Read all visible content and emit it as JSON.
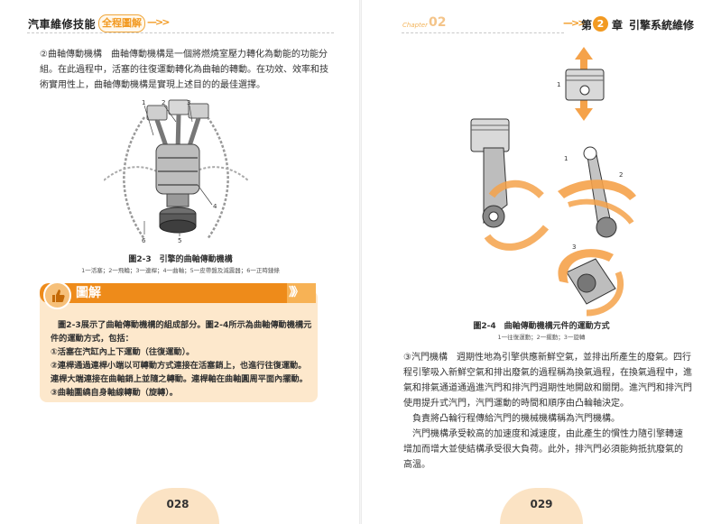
{
  "left_page": {
    "header": {
      "book_title": "汽車維修技能",
      "series_badge": "全程圖解",
      "arrows": "—>>"
    },
    "intro_text": [
      "②曲軸傳動機構　曲軸傳動機構是一個將燃燒室壓力轉化為動能的功能分",
      "組。在此過程中，活塞的往復運動轉化為曲軸的轉動。在功效、效率和技",
      "術實用性上，曲軸傳動機構是實現上述目的的最佳選擇。"
    ],
    "figure": {
      "callouts": [
        "1",
        "2",
        "3",
        "4",
        "5",
        "6"
      ],
      "caption": "圖2-3　引擎的曲軸傳動機構",
      "legend": "1一活塞；2一飛輪；3一連桿；4一曲軸；5一皮帶盤及減震器；6一正時鏈條"
    },
    "illustration_box": {
      "title": "圖解",
      "chevrons": "》》",
      "lines": [
        "圖2-3展示了曲軸傳動機構的組成部分。圖2-4所示為曲軸傳動機構元",
        "件的運動方式，包括：",
        "①活塞在汽缸內上下運動（往復運動）。",
        "②連桿通過連桿小端以可轉動方式連接在活塞銷上，也進行往復運動。",
        "連桿大端連接在曲軸銷上並隨之轉動。連桿軸在曲軸圓周平面內擺動。",
        "③曲軸圍繞自身軸線轉動（旋轉）。"
      ]
    },
    "page_number": "028"
  },
  "right_page": {
    "header": {
      "chapter_word": "Chapter",
      "chapter_num_faint": "02",
      "arrows": "—>>",
      "di": "第",
      "chapter_num": "2",
      "zhang": "章",
      "chapter_title": "引擎系統維修"
    },
    "figure": {
      "callouts": [
        "1",
        "1",
        "2",
        "3"
      ],
      "caption": "圖2-4　曲軸傳動機構元件的運動方式",
      "legend": "1一往復運動；2一擺動；3一旋轉"
    },
    "body_text": [
      "③汽門機構　週期性地為引擎供應新鮮空氣，並排出所產生的廢氣。四行",
      "程引擎吸入新鮮空氣和排出廢氣的過程稱為換氣過程，在換氣過程中，進",
      "氣和排氣通道通過進汽門和排汽門週期性地開啟和關閉。進汽門和排汽門",
      "使用提升式汽門，汽門運動的時間和順序由凸輪軸決定。",
      "　負責將凸輪行程傳給汽門的機械機構稱為汽門機構。",
      "　汽門機構承受較高的加速度和減速度，由此產生的慣性力隨引擎轉速",
      "增加而增大並使結構承受很大負荷。此外，排汽門必須能夠抵抗廢氣的",
      "高溫。"
    ],
    "page_number": "029"
  },
  "colors": {
    "accent": "#f29a22",
    "box_bg": "#fde8cc",
    "arrow": "#f5a24a"
  }
}
